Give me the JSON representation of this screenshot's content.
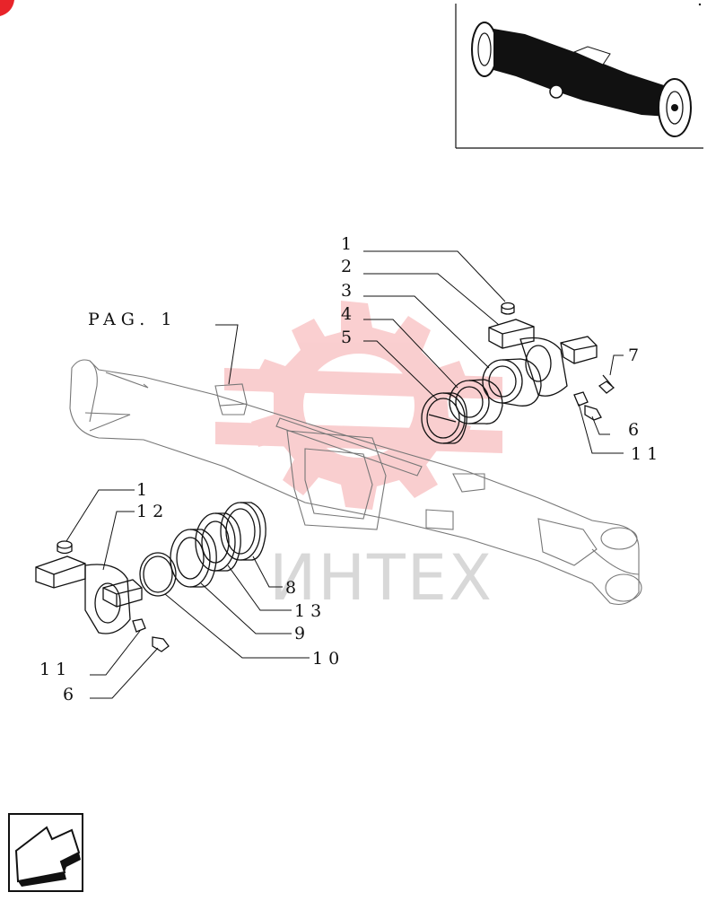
{
  "reference": {
    "label": "PAG. 1"
  },
  "watermark": {
    "text": "ИНТЕХ",
    "color": "#e8242a"
  },
  "callouts_upper": [
    "1",
    "2",
    "3",
    "4",
    "5",
    "7",
    "6",
    "11"
  ],
  "callouts_lower": [
    "1",
    "12",
    "8",
    "13",
    "9",
    "10",
    "11",
    "6"
  ],
  "colors": {
    "ink": "#111111",
    "watermark": "#e8242a",
    "corner_mark": "#e8242a"
  }
}
